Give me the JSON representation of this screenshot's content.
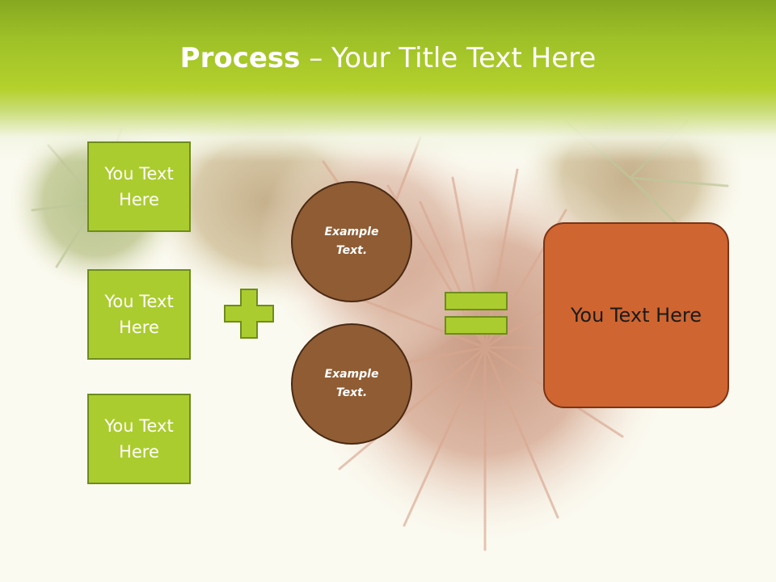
{
  "title": {
    "bold": "Process",
    "dash": " – ",
    "rest": "Your Title Text Here"
  },
  "inputs": [
    {
      "label": "You Text Here"
    },
    {
      "label": "You Text Here"
    },
    {
      "label": "You Text Here"
    }
  ],
  "examples": [
    {
      "label": "Example Text."
    },
    {
      "label": "Example Text."
    }
  ],
  "operators": {
    "plus": "plus-icon",
    "equals": "equals-icon"
  },
  "result": {
    "label": "You Text Here"
  },
  "colors": {
    "header": "#9fc128",
    "box_fill": "#abcc2e",
    "box_border": "#6e8c1d",
    "circle_fill": "#8f5c34",
    "result_fill": "#cf6530",
    "background_photo": "rambutan"
  }
}
